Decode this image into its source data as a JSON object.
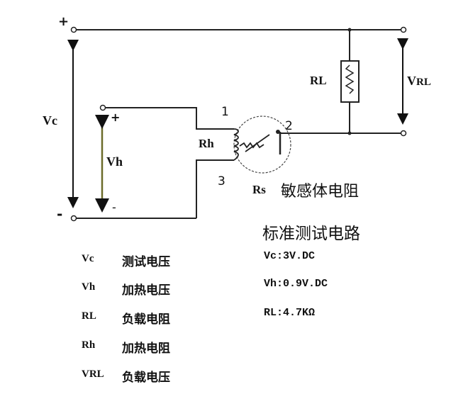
{
  "diagram": {
    "labels": {
      "plus_top": "+",
      "minus_bottom": "-",
      "vc": "Vc",
      "vh": "Vh",
      "vh_plus": "+",
      "vh_minus": "-",
      "rh": "Rh",
      "rl": "RL",
      "vrl_v": "V",
      "vrl_sub": "RL",
      "pin1": "1",
      "pin2": "2",
      "pin3": "3",
      "rs": "Rs",
      "rs_desc": "敏感体电阻"
    },
    "wire_color": "#222222",
    "heater_wire_color": "#6b6b2a"
  },
  "title": "标准测试电路",
  "specs": [
    "Vc:3V.DC",
    "Vh:0.9V.DC",
    "RL:4.7KΩ"
  ],
  "legend": [
    {
      "symbol": "Vc",
      "meaning": "测试电压"
    },
    {
      "symbol": "Vh",
      "meaning": "加热电压"
    },
    {
      "symbol": "RL",
      "meaning": "负载电阻"
    },
    {
      "symbol": "Rh",
      "meaning": "加热电阻"
    },
    {
      "symbol": "VRL",
      "meaning": "负载电压"
    }
  ]
}
